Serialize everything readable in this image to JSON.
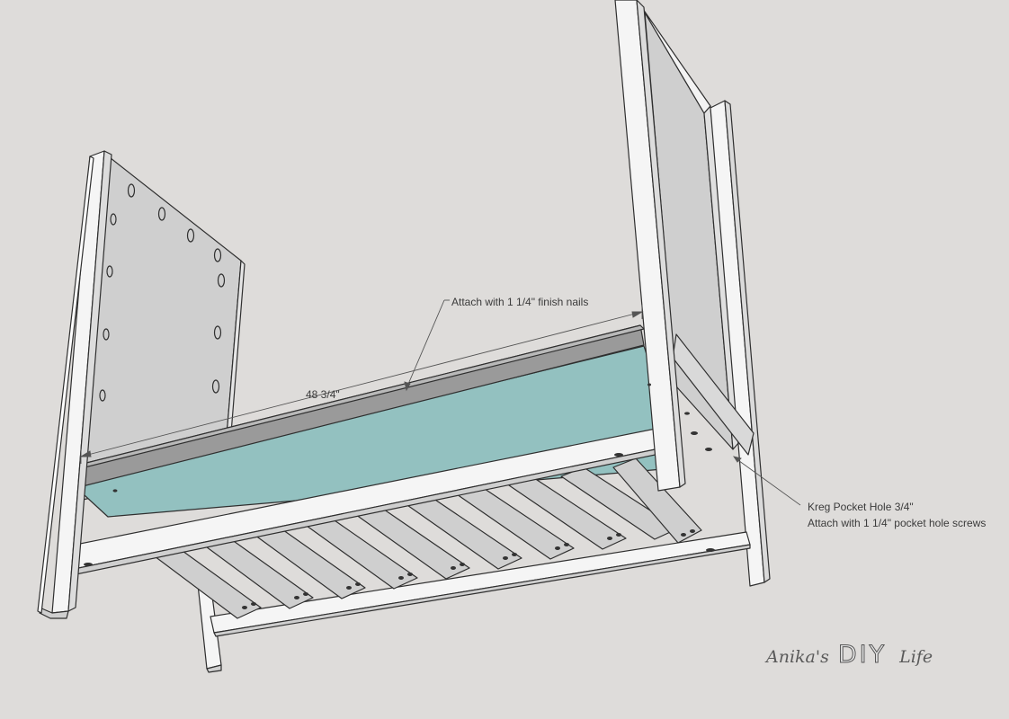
{
  "annotations": {
    "dimension": "48 3/4\"",
    "nail_note": "Attach with 1 1/4\" finish nails",
    "pocket_note_title": "Kreg Pocket Hole 3/4\"",
    "pocket_note_detail": "Attach with 1 1/4\" pocket hole screws"
  },
  "watermark": {
    "part1": "Anika's",
    "part2": "DIY",
    "part3": "Life"
  },
  "colors": {
    "background": "#dedcda",
    "panel": "#cfcfcf",
    "wood": "#f5f5f5",
    "platform": "#93c1c0",
    "rail": "#9a9a9a",
    "outline": "#2f2f2f"
  }
}
